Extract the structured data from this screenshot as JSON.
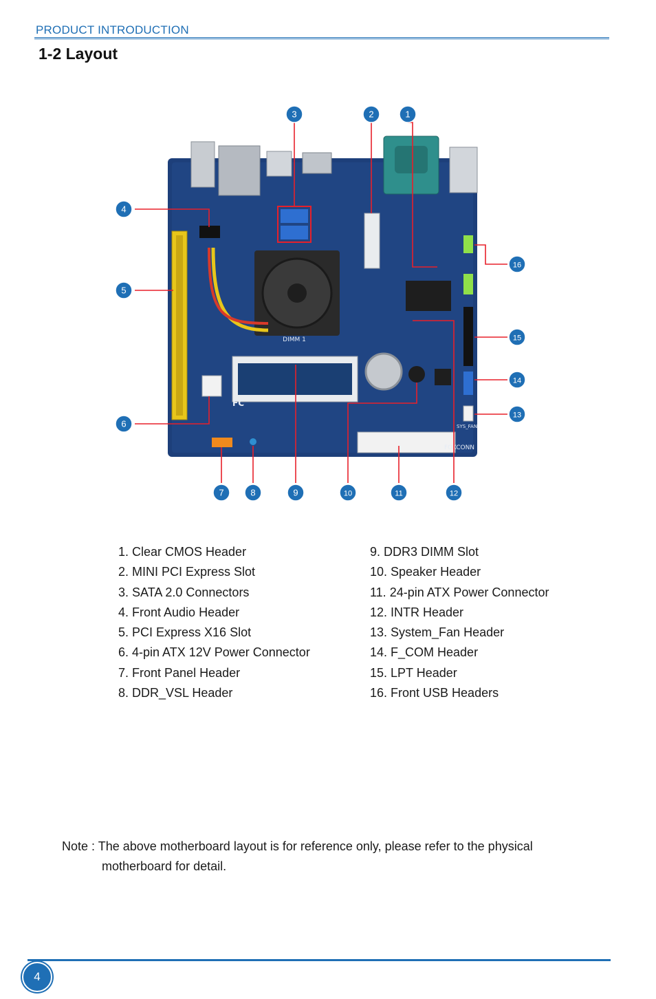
{
  "header": {
    "section": "PRODUCT INTRODUCTION",
    "title": "1-2 Layout"
  },
  "figure": {
    "callouts": [
      "1",
      "2",
      "3",
      "4",
      "5",
      "6",
      "7",
      "8",
      "9",
      "10",
      "11",
      "12",
      "13",
      "14",
      "15",
      "16"
    ],
    "board_text": {
      "dimm": "DIMM 1",
      "brand": "FOXCONN",
      "sys_fan": "SYS_FAN",
      "fc": "FC"
    },
    "colors": {
      "board": "#1d3f7a",
      "callout": "#1f6fb5",
      "leader": "#e8202a",
      "pcie": "#e8c61a",
      "heatsink": "#2a2a2a"
    }
  },
  "legend": {
    "left": [
      "1. Clear CMOS Header",
      "2. MINI PCI Express Slot",
      "3. SATA 2.0 Connectors",
      "4. Front Audio Header",
      "5. PCI Express X16 Slot",
      "6. 4-pin ATX 12V Power Connector",
      "7. Front Panel Header",
      "8. DDR_VSL Header"
    ],
    "right": [
      "9. DDR3 DIMM Slot",
      "10. Speaker Header",
      "11. 24-pin ATX Power Connector",
      "12. INTR Header",
      "13. System_Fan Header",
      "14. F_COM Header",
      "15. LPT Header",
      "16. Front USB Headers"
    ]
  },
  "note": {
    "line1": "Note : The above motherboard layout is for reference only, please refer to the physical",
    "line2": "motherboard for detail."
  },
  "footer": {
    "page_number": "4"
  }
}
